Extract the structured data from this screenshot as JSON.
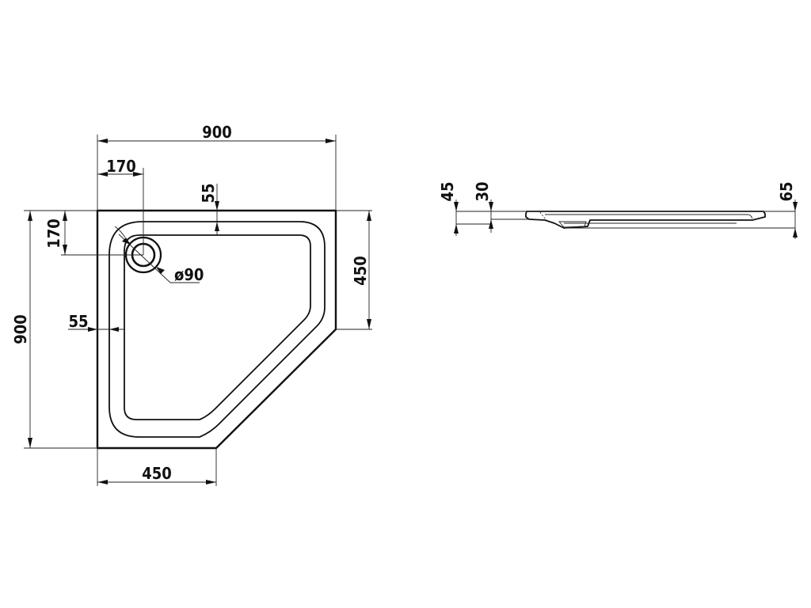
{
  "dimensions": {
    "overall_width": "900",
    "overall_depth": "900",
    "drain_offset_x": "170",
    "drain_offset_y": "170",
    "rim_top": "55",
    "rim_left": "55",
    "drain_diameter": "ø90",
    "right_side_length": "450",
    "bottom_side_length": "450"
  },
  "profile": {
    "total_height": "45",
    "rim_height": "30",
    "right_height": "65"
  }
}
